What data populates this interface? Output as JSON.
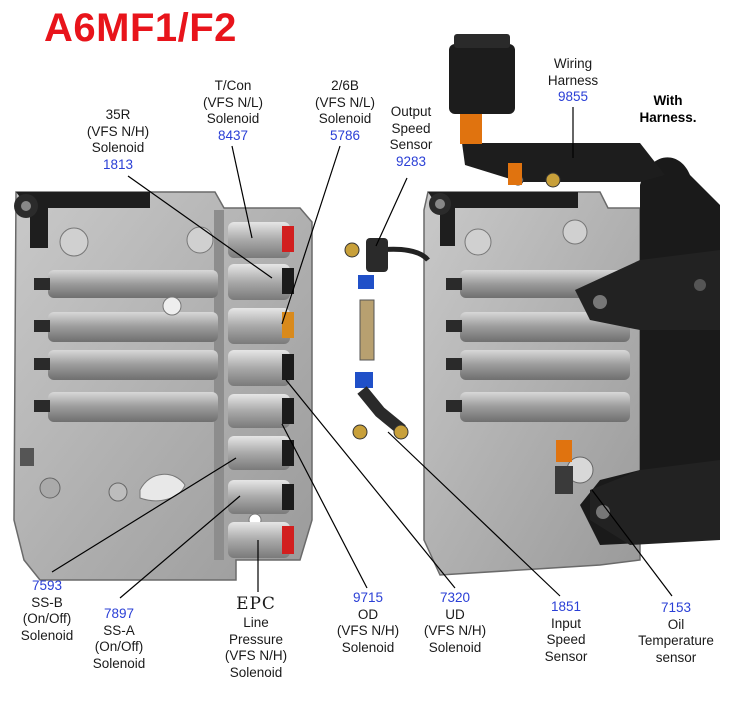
{
  "title": "A6MF1/F2",
  "note": "With Harness.",
  "labels": {
    "r35": {
      "num": "1813",
      "lines": [
        "35R",
        "(VFS N/H)",
        "Solenoid"
      ]
    },
    "tcon": {
      "num": "8437",
      "lines": [
        "T/Con",
        "(VFS N/L)",
        "Solenoid"
      ]
    },
    "b26": {
      "num": "5786",
      "lines": [
        "2/6B",
        "(VFS N/L)",
        "Solenoid"
      ]
    },
    "oss": {
      "num": "9283",
      "lines": [
        "Output",
        "Speed",
        "Sensor"
      ]
    },
    "harness": {
      "num": "9855",
      "lines": [
        "Wiring",
        "Harness"
      ]
    },
    "ssb": {
      "num": "7593",
      "lines": [
        "SS-B",
        "(On/Off)",
        "Solenoid"
      ]
    },
    "ssa": {
      "num": "7897",
      "lines": [
        "SS-A",
        "(On/Off)",
        "Solenoid"
      ]
    },
    "epc": {
      "head": "EPC",
      "lines": [
        "Line",
        "Pressure",
        "(VFS N/H)",
        "Solenoid"
      ]
    },
    "od": {
      "num": "9715",
      "lines": [
        "OD",
        "(VFS N/H)",
        "Solenoid"
      ]
    },
    "ud": {
      "num": "7320",
      "lines": [
        "UD",
        "(VFS N/H)",
        "Solenoid"
      ]
    },
    "iss": {
      "num": "1851",
      "lines": [
        "Input",
        "Speed",
        "Sensor"
      ]
    },
    "oil": {
      "num": "7153",
      "lines": [
        "Oil",
        "Temperature",
        "sensor"
      ]
    }
  },
  "colors": {
    "title": "#e8141b",
    "part_number": "#2a3fd6",
    "leader": "#000000"
  }
}
